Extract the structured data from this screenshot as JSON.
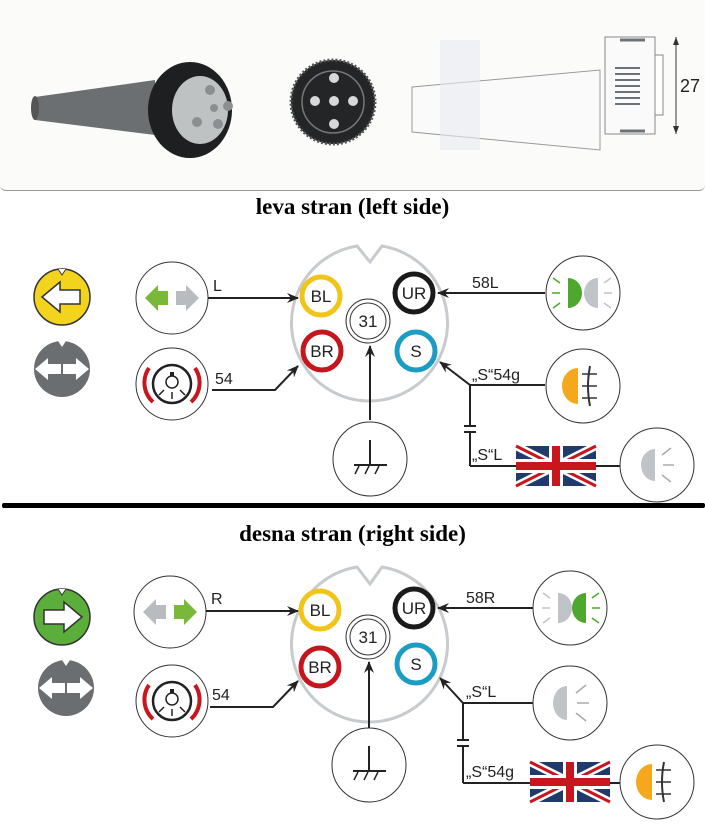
{
  "product": {
    "dimension_label": "27"
  },
  "sections": [
    {
      "title": "leva stran (left side)",
      "indicator_label": "L",
      "brake_label": "54",
      "marker_label": "58L",
      "fog_label": "„S“54g",
      "rear_label": "„S“L",
      "pins": {
        "bl": "BL",
        "ur": "UR",
        "br": "BR",
        "s": "S",
        "ground": "31"
      },
      "direction_icon": "arrow-left-icon",
      "direction_color": "#f2d41e"
    },
    {
      "title": "desna stran (right side)",
      "indicator_label": "R",
      "brake_label": "54",
      "marker_label": "58R",
      "fog_label": "„S“54g",
      "rear_label": "„S“L",
      "pins": {
        "bl": "BL",
        "ur": "UR",
        "br": "BR",
        "s": "S",
        "ground": "31"
      },
      "direction_icon": "arrow-right-icon",
      "direction_color": "#5cae3a"
    }
  ],
  "colors": {
    "pin_bl": "#f0c419",
    "pin_ur": "#1a1a1a",
    "pin_br": "#c4161c",
    "pin_s": "#1a9cc4",
    "lamp_green": "#4ea82e",
    "lamp_grey": "#c0c4c8",
    "lamp_orange": "#f5a81c",
    "brake_red": "#c8161e"
  }
}
